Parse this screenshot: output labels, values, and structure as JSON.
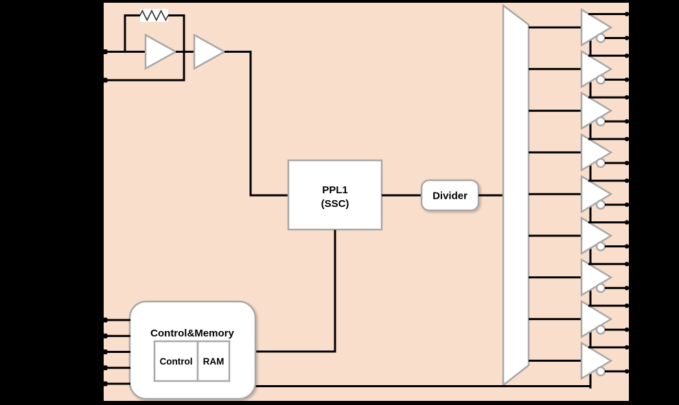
{
  "colors": {
    "outer-bg": "#000000",
    "canvas-bg": "#F9DECB",
    "wire": "#000000",
    "block-border": "#A8A8A8",
    "block-fill": "#FFFFFF",
    "resistor": "#3A3A3A",
    "text": "#000000"
  },
  "blocks": {
    "pll": {
      "line1": "PPL1",
      "line2": "(SSC)"
    },
    "divider": {
      "label": "Divider"
    },
    "control_memory": {
      "title": "Control&Memory",
      "control": "Control",
      "ram": "RAM"
    }
  },
  "icons": {
    "resistor": "zigzag",
    "amplifier": "right-pointing-triangle",
    "output-buffer": "right-pointing-triangle-with-bubble",
    "inverting-bubble": "small-circle",
    "fanout-mux": "trapezoid"
  },
  "outputs": {
    "buffer_count": 9,
    "pins_per_buffer": 2
  },
  "inputs": {
    "control_pin_count": 5,
    "crystal_pin_count": 2
  }
}
